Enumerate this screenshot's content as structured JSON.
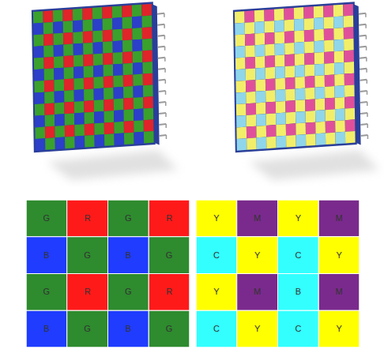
{
  "diagram": {
    "labels": [
      "G",
      "R",
      "G",
      "R",
      "B",
      "G",
      "B",
      "G",
      "G",
      "R",
      "G",
      "R",
      "B",
      "G",
      "B",
      "G",
      "Y",
      "M",
      "Y",
      "M",
      "C",
      "Y",
      "C",
      "Y",
      "Y",
      "M",
      "B",
      "M",
      "C",
      "Y",
      "C",
      "Y"
    ]
  }
}
